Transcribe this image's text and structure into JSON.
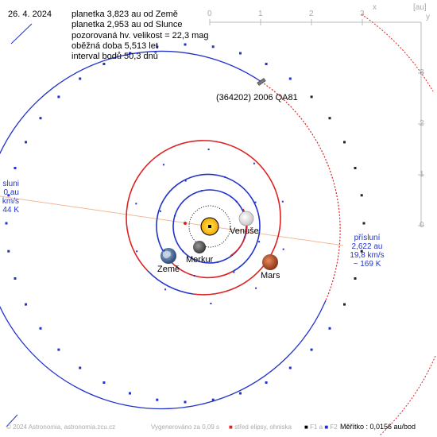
{
  "date": "26. 4. 2024",
  "info_lines": [
    "planetka 3,823 au od Země",
    "planetka 2,953 au od Slunce",
    "pozorovaná hv. velikost = 22,3 mag",
    "oběžná doba 5,513 let",
    "interval bodů 50,3 dnů"
  ],
  "asteroid_name": "(364202) 2006 QA81",
  "perihelion": {
    "title": "přísluní",
    "distance": "2,622 au",
    "speed": "19,8 km/s",
    "temp": "~ 169 K"
  },
  "aphelion_partial": {
    "title": "slunі",
    "distance": "0 au",
    "speed": "km/s",
    "temp": "44 K"
  },
  "planets": {
    "earth": "Země",
    "mercury": "Merkur",
    "venus": "Venuše",
    "mars": "Mars"
  },
  "axes": {
    "x_unit": "[au]",
    "x_label": "x",
    "y_label": "y",
    "x_ticks": [
      "0",
      "1",
      "2",
      "3"
    ],
    "y_ticks": [
      "3",
      "2",
      "1",
      "0"
    ]
  },
  "footer": {
    "copyright": "© 2024 Astronomia, astronomia.zcu.cz",
    "generated": "Vygenerováno za 0,09 s",
    "center_legend": "střed elipsy, ohniska",
    "f1_legend": "F1 a",
    "f2_legend": "F2",
    "scale": "Měřítko : 0,0156 au/bod"
  },
  "colors": {
    "orbit_near": "#dd2222",
    "orbit_far": "#2233cc",
    "apsis_line": "#f4b896",
    "axes": "#bbbbbb",
    "sun": "#ffd21e"
  }
}
